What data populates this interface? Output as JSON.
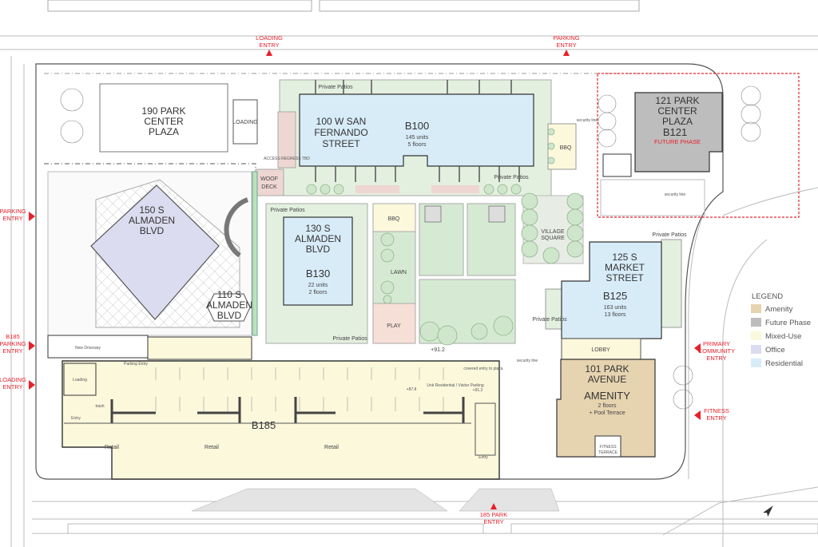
{
  "buildings": {
    "b190": {
      "name_lines": [
        "190 PARK",
        "CENTER",
        "PLAZA"
      ]
    },
    "loading_dock": "LOADING",
    "access_note": "ACCESS REGRESS TBD",
    "b100": {
      "name_lines": [
        "100 W SAN",
        "FERNANDO",
        "STREET"
      ],
      "code": "B100",
      "units": "145 units",
      "floors": "5 floors"
    },
    "b121": {
      "name_lines": [
        "121 PARK",
        "CENTER",
        "PLAZA"
      ],
      "code": "B121",
      "status": "FUTURE PHASE"
    },
    "b150": {
      "name_lines": [
        "150 S",
        "ALMADEN",
        "BLVD"
      ]
    },
    "b110": {
      "name_lines": [
        "110 S",
        "ALMADEN",
        "BLVD"
      ]
    },
    "b130": {
      "name_lines": [
        "130 S",
        "ALMADEN",
        "BLVD"
      ],
      "code": "B130",
      "units": "22 units",
      "floors": "2 floors"
    },
    "b125": {
      "name_lines": [
        "125 S",
        "MARKET",
        "STREET"
      ],
      "code": "B125",
      "units": "163 units",
      "floors": "13 floors"
    },
    "lobby": "LOBBY",
    "b101": {
      "name_lines": [
        "101 PARK",
        "AVENUE"
      ],
      "use": "AMENITY",
      "floors": "2 floors",
      "extra": "+ Pool Terrace",
      "terrace_lines": [
        "FITNESS",
        "TERRACE"
      ]
    },
    "b185": {
      "code": "B185",
      "retail": [
        "Retail",
        "Retail",
        "Retail"
      ],
      "loading": "Loading",
      "trash": "trash",
      "entry": "Entry",
      "elev": "+87.8",
      "parking_note": "Unit Residential / Visitor Parking",
      "elev2": "+91.2",
      "parking_entry": "Parking Entry",
      "covered_entry": "covered entry to plaza",
      "driveway": "New Driveway"
    }
  },
  "open_space": {
    "woof_deck": [
      "WOOF",
      "DECK"
    ],
    "bbq_1": "BBQ",
    "bbq_2": "BBQ",
    "lawn": "LAWN",
    "play": "PLAY",
    "village_square": [
      "VILLAGE",
      "SQUARE"
    ],
    "private_patios": "Private Patios",
    "elevation": "+91.2",
    "security_line": "security line"
  },
  "entries": [
    {
      "id": "loading-entry-top",
      "lines": [
        "LOADING",
        "ENTRY"
      ]
    },
    {
      "id": "parking-entry-top",
      "lines": [
        "PARKING",
        "ENTRY"
      ]
    },
    {
      "id": "parking-entry-left",
      "lines": [
        "PARKING",
        "ENTRY"
      ]
    },
    {
      "id": "b185-parking-entry",
      "lines": [
        "B185",
        "PARKING",
        "ENTRY"
      ]
    },
    {
      "id": "loading-entry-left",
      "lines": [
        "LOADING",
        "ENTRY"
      ]
    },
    {
      "id": "primary-community-entry",
      "lines": [
        "PRIMARY",
        "COMMUNITY",
        "ENTRY"
      ]
    },
    {
      "id": "fitness-entry",
      "lines": [
        "FITNESS",
        "ENTRY"
      ]
    },
    {
      "id": "185-park-entry",
      "lines": [
        "185 PARK",
        "ENTRY"
      ]
    }
  ],
  "legend": {
    "title": "LEGEND",
    "items": [
      {
        "label": "Amenity",
        "color": "#e6d3b0"
      },
      {
        "label": "Future Phase",
        "color": "#bdbdbd"
      },
      {
        "label": "Mixed-Use",
        "color": "#fbf8dc"
      },
      {
        "label": "Office",
        "color": "#dcdcf0"
      },
      {
        "label": "Residential",
        "color": "#d8ecf8"
      }
    ]
  },
  "colors": {
    "entry_red": "#e8202a",
    "landscape_green": "#d6ead3",
    "play_pink": "#f6dfd6",
    "boundary_red": "#e8202a"
  }
}
